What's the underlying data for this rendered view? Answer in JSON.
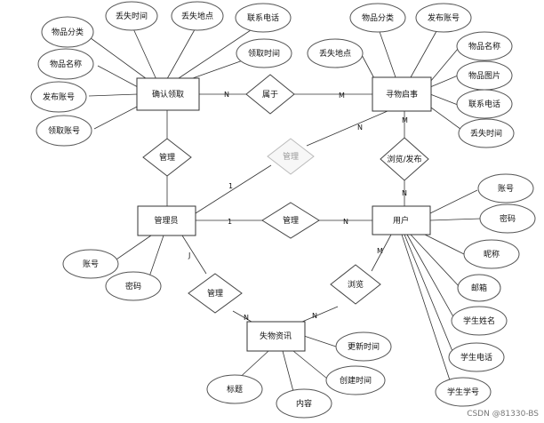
{
  "entities": {
    "confirm_claim": "确认领取",
    "lost_notice": "寻物启事",
    "admin": "管理员",
    "user": "用户",
    "lost_info": "失物资讯"
  },
  "relations": {
    "belongs": "属于",
    "admin_manage_lost": "管理",
    "admin_manage_user": "管理",
    "manage_lost_info": "管理",
    "user_publish_browse": "浏览/发布",
    "user_browse": "浏览",
    "admin_faded": "管理"
  },
  "attributes": {
    "confirm_claim": [
      "物品分类",
      "丢失时间",
      "丢失地点",
      "联系电话",
      "领取时间",
      "物品名称",
      "发布账号",
      "领取账号"
    ],
    "lost_notice": [
      "物品分类",
      "发布账号",
      "丢失地点",
      "物品名称",
      "物品图片",
      "联系电话",
      "丢失时间"
    ],
    "admin": [
      "账号",
      "密码"
    ],
    "user": [
      "账号",
      "密码",
      "昵称",
      "邮箱",
      "学生姓名",
      "学生电话",
      "学生学号"
    ],
    "lost_info": [
      "更新时间",
      "创建时间",
      "标题",
      "内容"
    ]
  },
  "cardinalities": {
    "confirm_to_belongs": "N",
    "belongs_to_notice": "M",
    "notice_to_faded": "N",
    "faded_to_admin": "1",
    "notice_to_publish": "M",
    "publish_to_user": "N",
    "admin_to_manage_user": "1",
    "manage_user_to_user": "N",
    "admin_to_manage_info": "J",
    "manage_info_to_lost": "N",
    "lost_to_browse": "N",
    "browse_to_user": "M"
  },
  "watermark": "CSDN @81330-BS"
}
